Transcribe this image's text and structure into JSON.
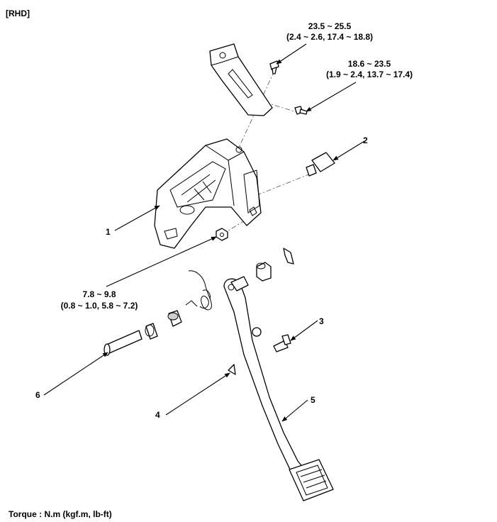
{
  "layout_tag": "[RHD]",
  "torque_note": "Torque : N.m (kgf.m, lb-ft)",
  "torques": {
    "bracket_bolt": {
      "main": "23.5 ~ 25.5",
      "sub": "(2.4 ~ 2.6, 17.4 ~ 18.8)"
    },
    "upper_bolt": {
      "main": "18.6 ~ 23.5",
      "sub": "(1.9 ~ 2.4, 13.7 ~ 17.4)"
    },
    "nut": {
      "main": "7.8 ~ 9.8",
      "sub": "(0.8 ~ 1.0, 5.8 ~ 7.2)"
    }
  },
  "callouts": [
    "1",
    "2",
    "3",
    "4",
    "5",
    "6"
  ]
}
